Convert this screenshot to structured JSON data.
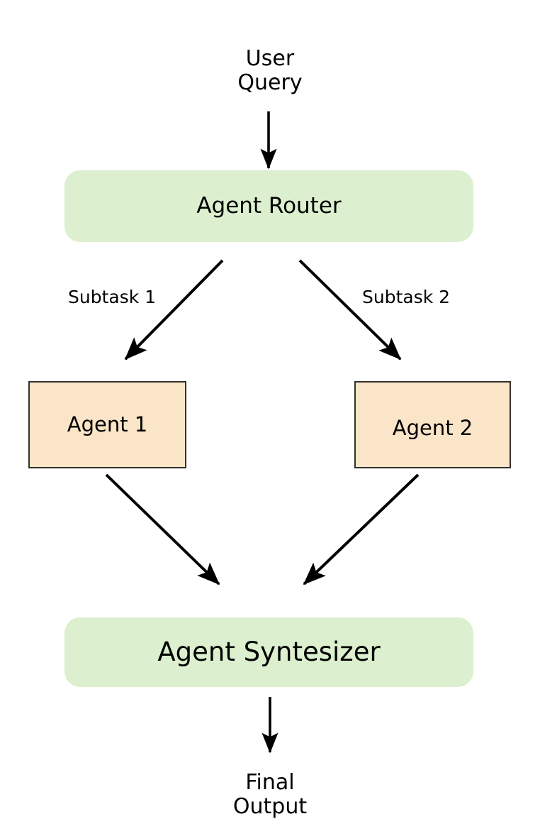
{
  "diagram": {
    "title": "Agent routing and synthesis flowchart",
    "type": "flowchart",
    "direction": "top-to-bottom",
    "background_color": "#ffffff",
    "palette": {
      "green_fill": "#dcf0cf",
      "peach_fill": "#fae5c8",
      "node_border": "#33302e",
      "edge_color": "#000000",
      "text_color": "#000000"
    },
    "nodes": [
      {
        "id": "user-query",
        "shape": "text",
        "line1": "User",
        "line2": "Query",
        "fill": "none"
      },
      {
        "id": "agent-router",
        "shape": "rounded-rect",
        "label": "Agent Router",
        "fill": "#dcf0cf"
      },
      {
        "id": "agent-1",
        "shape": "rect",
        "label": "Agent 1",
        "fill": "#fae5c8",
        "border": "#33302e"
      },
      {
        "id": "agent-2",
        "shape": "rect",
        "label": "Agent 2",
        "fill": "#fae5c8",
        "border": "#33302e"
      },
      {
        "id": "synthesizer",
        "shape": "rounded-rect",
        "label": "Agent Syntesizer",
        "fill": "#dcf0cf"
      },
      {
        "id": "final-output",
        "shape": "text",
        "line1": "Final",
        "line2": "Output",
        "fill": "none"
      }
    ],
    "edges": [
      {
        "id": "e1",
        "from": "user-query",
        "to": "agent-router",
        "label": ""
      },
      {
        "id": "e2",
        "from": "agent-router",
        "to": "agent-1",
        "label": "Subtask 1"
      },
      {
        "id": "e3",
        "from": "agent-router",
        "to": "agent-2",
        "label": "Subtask 2"
      },
      {
        "id": "e4",
        "from": "agent-1",
        "to": "synthesizer",
        "label": ""
      },
      {
        "id": "e5",
        "from": "agent-2",
        "to": "synthesizer",
        "label": ""
      },
      {
        "id": "e6",
        "from": "synthesizer",
        "to": "final-output",
        "label": ""
      }
    ]
  }
}
